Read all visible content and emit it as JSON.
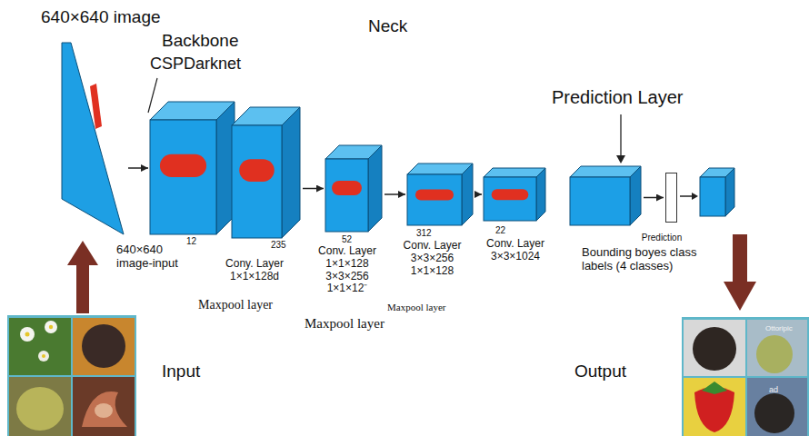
{
  "diagram": {
    "nodes": [
      {
        "text": [
          "640×640 image-input"
        ]
      },
      {
        "text": [
          "12"
        ]
      },
      {
        "text": [
          "235",
          "Cony. Layer 1×1×128d"
        ]
      },
      {
        "text": [
          "52",
          "Conv. Layer 1×1×128 3×3×256 1×1×12⁻"
        ]
      },
      {
        "text": [
          "312",
          "Conv. Layer 3×3×256 1×1×128"
        ]
      },
      {
        "text": [
          "22",
          "Conv. Layer 3×3×1024"
        ]
      },
      {
        "text": [
          "Bounding boyes class labels (4 classes)"
        ]
      },
      {
        "text": [
          "Prediction"
        ]
      }
    ],
    "edges": [
      {
        "from": 0,
        "to": 1,
        "arrow": "to"
      },
      {
        "from": 2,
        "to": 3,
        "arrow": "to"
      },
      {
        "from": 3,
        "to": 4,
        "arrow": "to"
      },
      {
        "from": 4,
        "to": 5,
        "arrow": "to"
      },
      {
        "from": 6,
        "to": 7,
        "arrow": "to"
      }
    ],
    "labels": [
      "640×640 image",
      "Backbone",
      "CSPDarknet",
      "Neck",
      "Prediction Layer",
      "Maxpool layer",
      "Maxpool layer",
      "Maxpool layer",
      "Input",
      "Output",
      "Ottoripic",
      "ad"
    ]
  }
}
